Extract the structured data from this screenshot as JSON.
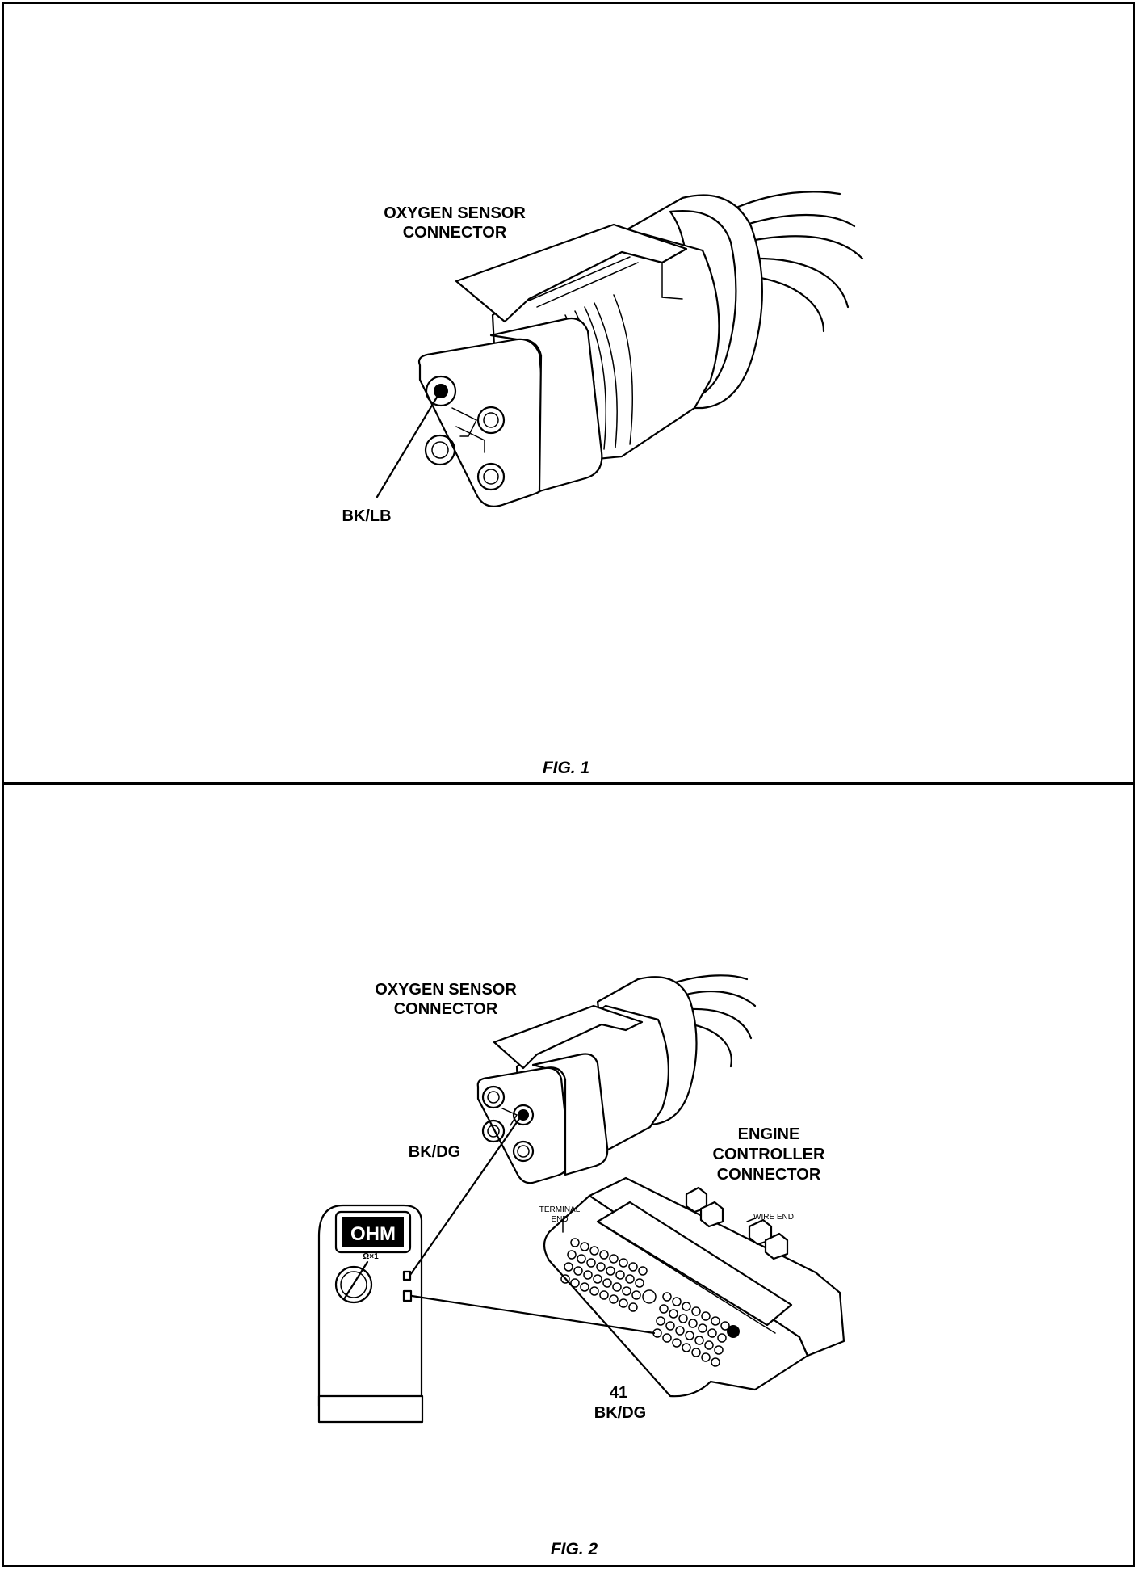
{
  "figure1": {
    "label_connector_line1": "OXYGEN SENSOR",
    "label_connector_line2": "CONNECTOR",
    "label_wire": "BK/LB",
    "caption": "FIG. 1"
  },
  "figure2": {
    "label_connector_line1": "OXYGEN SENSOR",
    "label_connector_line2": "CONNECTOR",
    "label_wire": "BK/DG",
    "label_ecu_line1": "ENGINE",
    "label_ecu_line2": "CONTROLLER",
    "label_ecu_line3": "CONNECTOR",
    "label_terminal_end_line1": "TERMINAL",
    "label_terminal_end_line2": "END",
    "label_wire_end": "WIRE END",
    "label_pin_number": "41",
    "label_pin_wire": "BK/DG",
    "meter_display": "OHM",
    "meter_range": "Ω×1",
    "caption": "FIG. 2"
  },
  "icons": [
    "oxygen-sensor-connector-icon",
    "engine-controller-connector-icon",
    "ohmmeter-icon"
  ]
}
